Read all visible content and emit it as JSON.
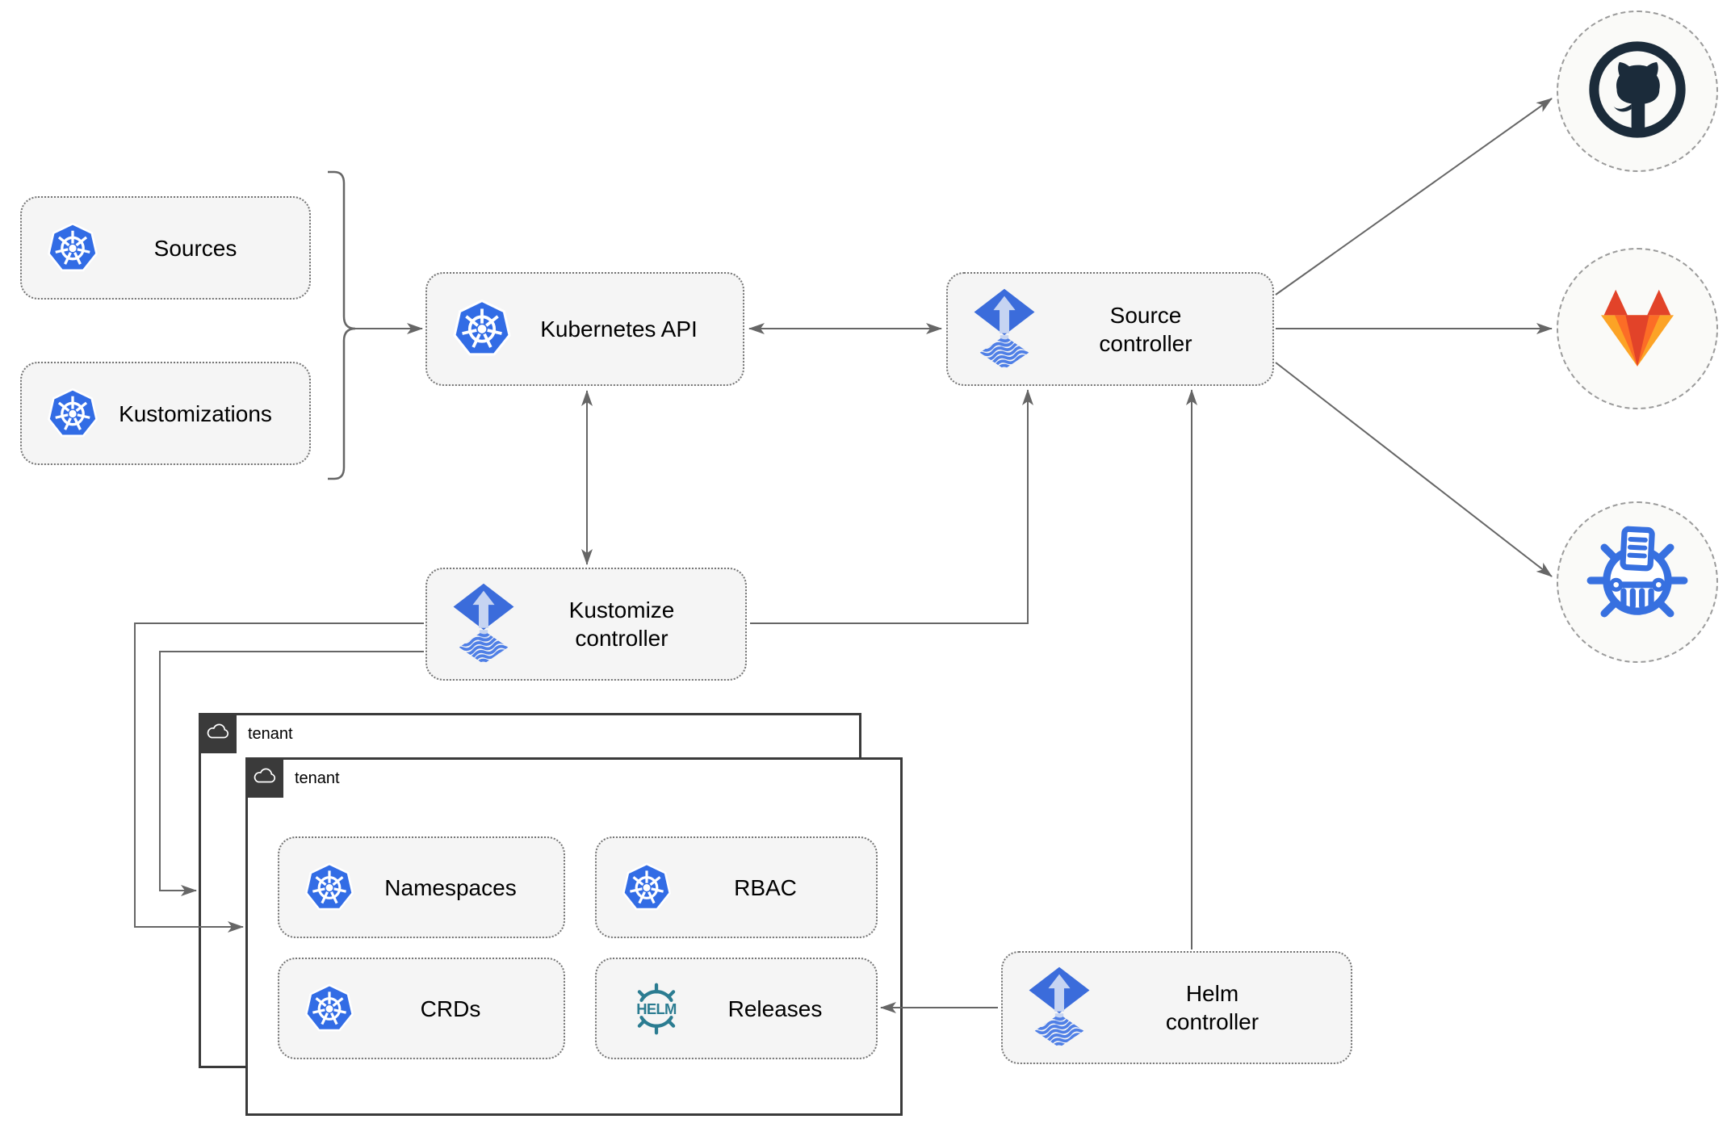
{
  "nodes": {
    "sources": {
      "label": "Sources",
      "icon": "kubernetes-icon"
    },
    "kustomizations": {
      "label": "Kustomizations",
      "icon": "kubernetes-icon"
    },
    "kubernetes_api": {
      "label": "Kubernetes API",
      "icon": "kubernetes-icon"
    },
    "source_controller": {
      "label": "Source controller",
      "icon": "flux-icon"
    },
    "kustomize_controller": {
      "label": "Kustomize controller",
      "icon": "flux-icon"
    },
    "helm_controller": {
      "label": "Helm controller",
      "icon": "flux-icon"
    },
    "namespaces": {
      "label": "Namespaces",
      "icon": "kubernetes-icon"
    },
    "rbac": {
      "label": "RBAC",
      "icon": "kubernetes-icon"
    },
    "crds": {
      "label": "CRDs",
      "icon": "kubernetes-icon"
    },
    "releases": {
      "label": "Releases",
      "icon": "helm-wheel-icon",
      "icon_text": "HELM"
    }
  },
  "groups": {
    "tenant_back": {
      "label": "tenant",
      "icon": "cloud-icon"
    },
    "tenant_front": {
      "label": "tenant",
      "icon": "cloud-icon"
    }
  },
  "endpoints": {
    "github": {
      "icon": "github-icon"
    },
    "gitlab": {
      "icon": "gitlab-icon"
    },
    "chart_repository": {
      "icon": "chartmuseum-icon"
    }
  },
  "edges": [
    {
      "from": "sources-kustomizations-bracket",
      "to": "kubernetes_api",
      "style": "arrow"
    },
    {
      "from": "kubernetes_api",
      "to": "source_controller",
      "style": "double-arrow"
    },
    {
      "from": "kubernetes_api",
      "to": "kustomize_controller",
      "style": "double-arrow"
    },
    {
      "from": "kustomize_controller",
      "to": "source_controller",
      "style": "arrow"
    },
    {
      "from": "kustomize_controller",
      "to": "tenant_front",
      "style": "arrow"
    },
    {
      "from": "kustomize_controller",
      "to": "tenant_back",
      "style": "arrow"
    },
    {
      "from": "helm_controller",
      "to": "source_controller",
      "style": "arrow"
    },
    {
      "from": "helm_controller",
      "to": "releases",
      "style": "arrow"
    },
    {
      "from": "source_controller",
      "to": "github",
      "style": "arrow"
    },
    {
      "from": "source_controller",
      "to": "gitlab",
      "style": "arrow"
    },
    {
      "from": "source_controller",
      "to": "chart_repository",
      "style": "arrow"
    }
  ],
  "colors": {
    "kubernetes_blue": "#326CE5",
    "flux_blue": "#3B6CDB",
    "flux_arrow_light": "#C6D4F2",
    "helm_teal": "#2B7C91",
    "github_dark": "#1B2B3A",
    "gitlab_red": "#E24329",
    "gitlab_orange": "#FC6D26",
    "gitlab_amber": "#FCA326",
    "chartmuseum_blue": "#3770E0",
    "line_gray": "#666666",
    "node_fill": "#F5F5F5",
    "tenant_border": "#3A3A3A",
    "endpoint_fill": "#FAFAF8"
  }
}
